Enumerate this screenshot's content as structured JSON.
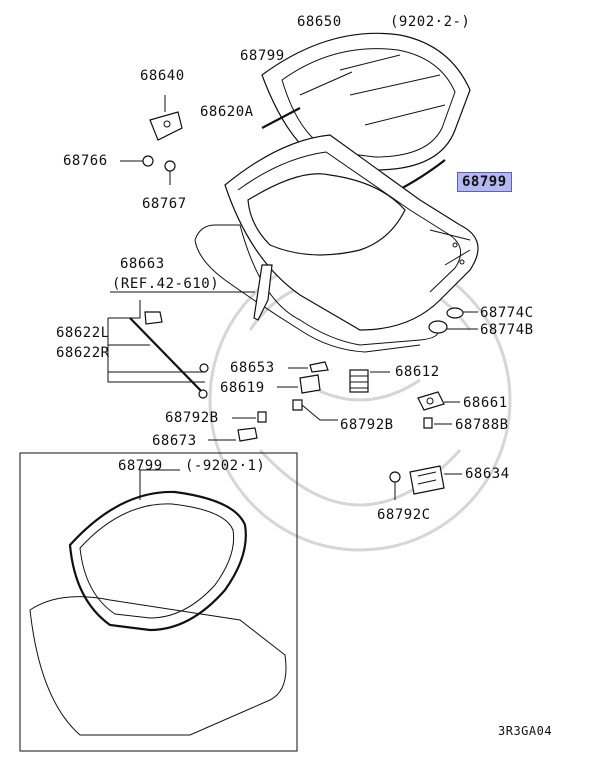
{
  "labels": {
    "p68650": "68650",
    "serial_a": "(9202·2-)",
    "p68799_top": "68799",
    "p68640": "68640",
    "p68620a": "68620A",
    "p68799_hl": "68799",
    "p68766": "68766",
    "p68767": "68767",
    "p68663": "68663",
    "ref": "(REF.42-610)",
    "p68774c": "68774C",
    "p68774b": "68774B",
    "p68622l": "68622L",
    "p68622r": "68622R",
    "p68653": "68653",
    "p68612": "68612",
    "p68619": "68619",
    "p68661": "68661",
    "p68792b_a": "68792B",
    "p68792b_b": "68792B",
    "p68788b": "68788B",
    "p68673": "68673",
    "p68799_inset": "68799",
    "serial_b": "(-9202·1)",
    "p68634": "68634",
    "p68792c": "68792C",
    "code": "3R3GA04"
  },
  "colors": {
    "highlight": "#b4b8ee",
    "highlight_border": "#5a5fc2",
    "line": "#111111"
  }
}
